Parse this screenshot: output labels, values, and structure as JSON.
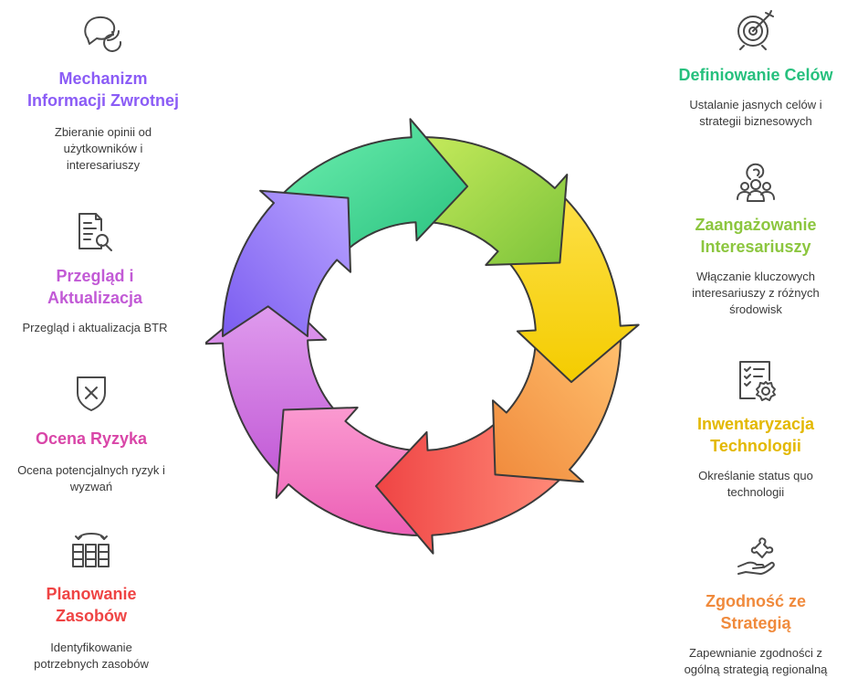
{
  "colors": {
    "purple": "#8b5cf6",
    "green": "#27c07e",
    "lime": "#8cc63f",
    "yellow": "#e3b800",
    "orange": "#f08a3c",
    "red": "#ef4444",
    "pink": "#d946a8",
    "violet": "#c25ad6"
  },
  "steps": [
    {
      "title": "Mechanizm Informacji Zwrotnej",
      "title_l1": "Mechanizm",
      "title_l2": "Informacji Zwrotnej",
      "desc_l1": "Zbieranie opinii od",
      "desc_l2": "użytkowników i",
      "desc_l3": "interesariuszy",
      "icon": "feedback-chat-icon"
    },
    {
      "title": "Przegląd i Aktualizacja",
      "title_l1": "Przegląd i",
      "title_l2": "Aktualizacja",
      "desc_l1": "Przegląd i aktualizacja BTR",
      "icon": "document-review-icon"
    },
    {
      "title": "Ocena Ryzyka",
      "title_l1": "Ocena Ryzyka",
      "desc_l1": "Ocena potencjalnych ryzyk i",
      "desc_l2": "wyzwań",
      "icon": "shield-x-icon"
    },
    {
      "title": "Planowanie Zasobów",
      "title_l1": "Planowanie",
      "title_l2": "Zasobów",
      "desc_l1": "Identyfikowanie",
      "desc_l2": "potrzebnych zasobów",
      "icon": "resource-grid-icon"
    },
    {
      "title": "Definiowanie Celów",
      "title_l1": "Definiowanie Celów",
      "desc_l1": "Ustalanie jasnych celów i",
      "desc_l2": "strategii biznesowych",
      "icon": "target-icon"
    },
    {
      "title": "Zaangażowanie Interesariuszy",
      "title_l1": "Zaangażowanie",
      "title_l2": "Interesariuszy",
      "desc_l1": "Włączanie kluczowych",
      "desc_l2": "interesariuszy z różnych",
      "desc_l3": "środowisk",
      "icon": "stakeholders-icon"
    },
    {
      "title": "Inwentaryzacja Technologii",
      "title_l1": "Inwentaryzacja",
      "title_l2": "Technologii",
      "desc_l1": "Określanie status quo",
      "desc_l2": "technologii",
      "icon": "checklist-gear-icon"
    },
    {
      "title": "Zgodność ze Strategią",
      "title_l1": "Zgodność ze",
      "title_l2": "Strategią",
      "desc_l1": "Zapewnianie zgodności z",
      "desc_l2": "ogólną strategią regionalną",
      "icon": "puzzle-hand-icon"
    }
  ]
}
